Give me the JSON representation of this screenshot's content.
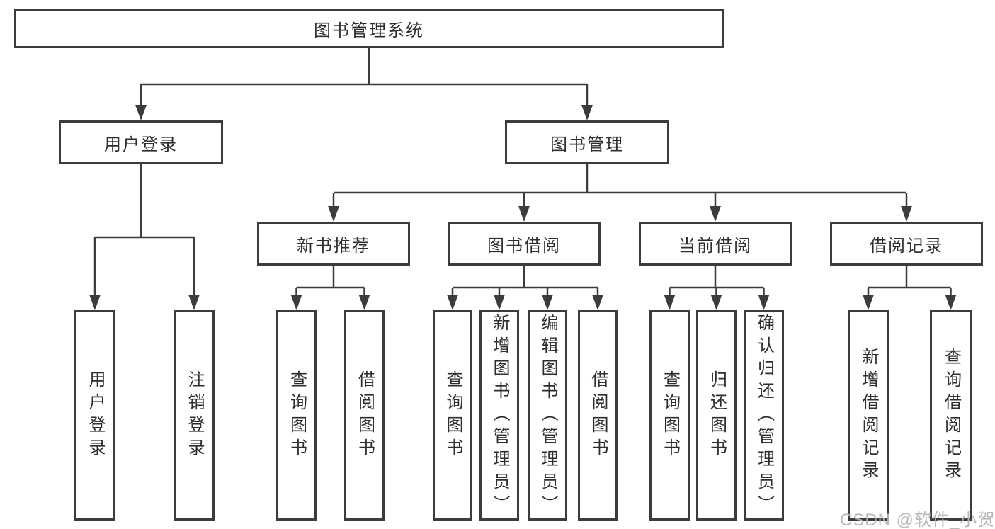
{
  "diagram": {
    "root": "图书管理系统",
    "level2": [
      {
        "label": "用户登录"
      },
      {
        "label": "图书管理"
      }
    ],
    "level3": [
      {
        "label": "新书推荐"
      },
      {
        "label": "图书借阅"
      },
      {
        "label": "当前借阅"
      },
      {
        "label": "借阅记录"
      }
    ],
    "leaves": {
      "login": [
        "用户登录",
        "注销登录"
      ],
      "newbook": [
        "查询图书",
        "借阅图书"
      ],
      "borrow": [
        "查询图书",
        "新增图书（管理员）",
        "编辑图书（管理员）",
        "借阅图书"
      ],
      "current": [
        "查询图书",
        "归还图书",
        "确认归还（管理员）"
      ],
      "records": [
        "新增借阅记录",
        "查询借阅记录"
      ]
    }
  },
  "watermark": "CSDN @软件_小贺同学",
  "colors": {
    "line": "#3c3c3c",
    "text": "#2e2e2e",
    "background": "#ffffff",
    "watermark": "#b5b3b3"
  }
}
